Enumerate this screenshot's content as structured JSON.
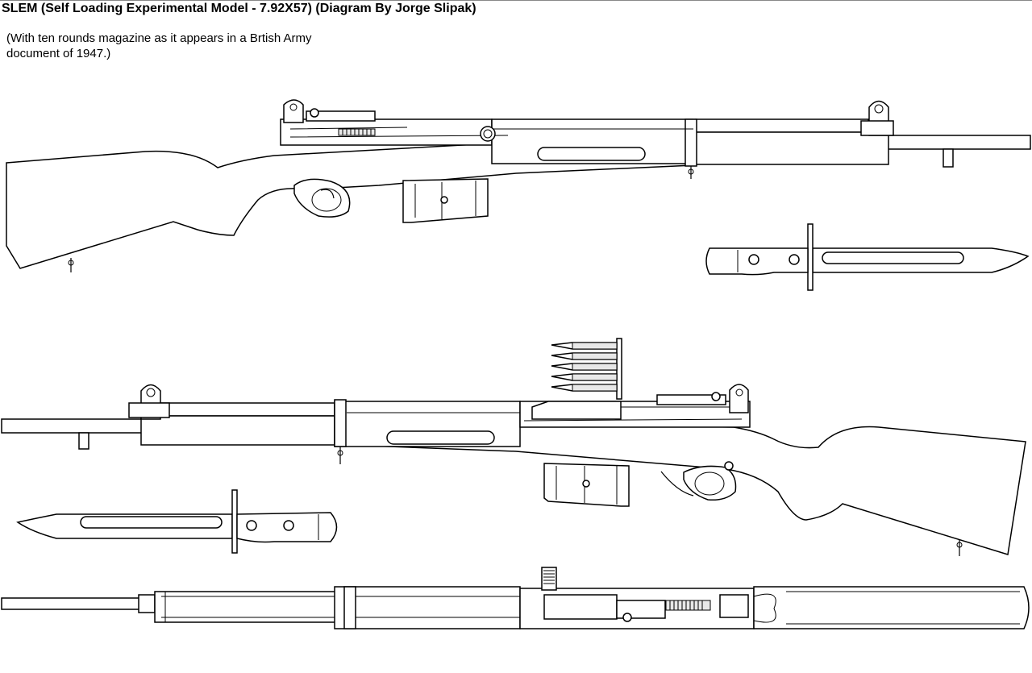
{
  "title": "SLEM (Self Loading Experimental Model - 7.92X57)  (Diagram By Jorge Slipak)",
  "subtitle": {
    "line1": "(With ten rounds magazine as it appears in a Brtish Army",
    "line2": "document of 1947.)"
  }
}
